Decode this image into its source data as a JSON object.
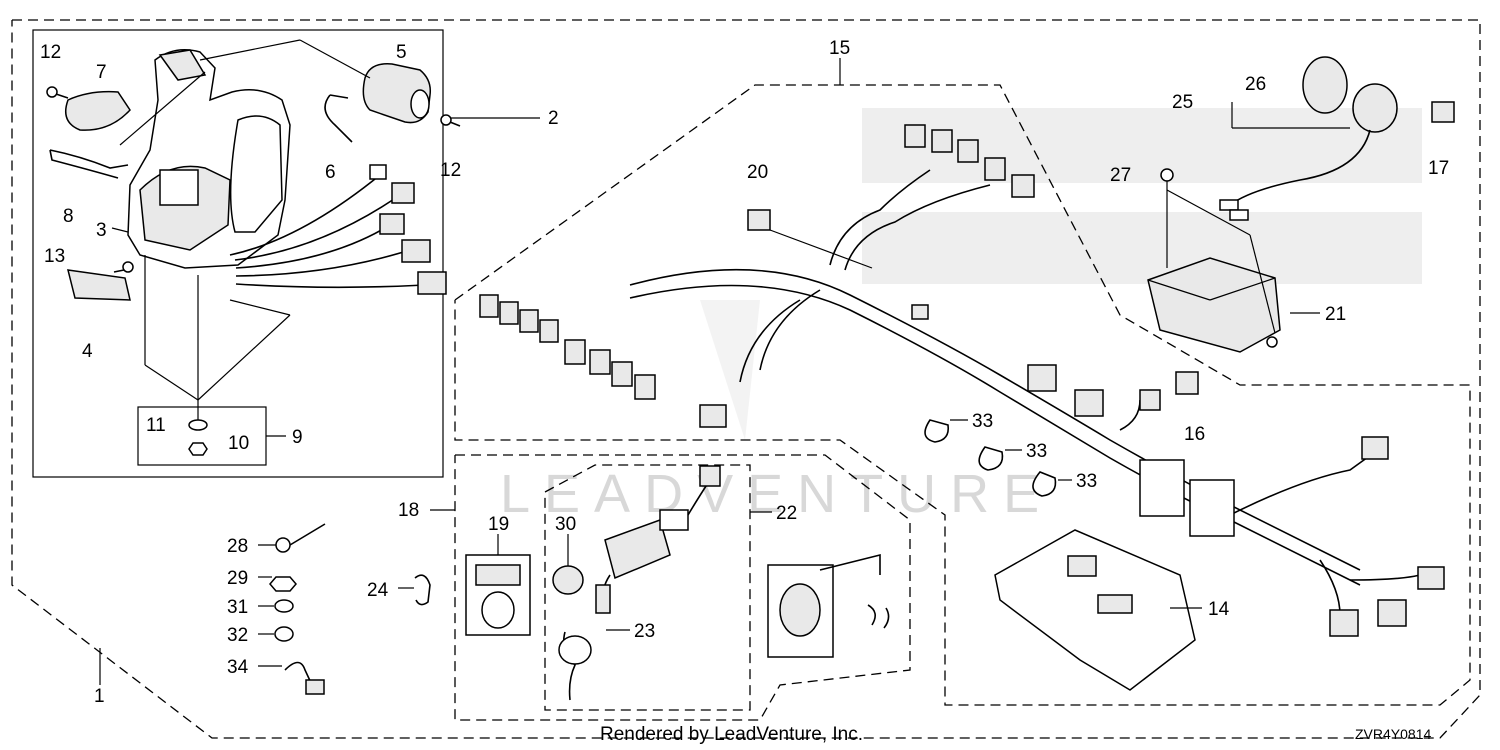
{
  "labels": {
    "p1": "1",
    "p2": "2",
    "p3": "3",
    "p4": "4",
    "p5": "5",
    "p6": "6",
    "p7": "7",
    "p8": "8",
    "p9": "9",
    "p10": "10",
    "p11": "11",
    "p12a": "12",
    "p12b": "12",
    "p13": "13",
    "p14": "14",
    "p15": "15",
    "p16": "16",
    "p17": "17",
    "p18": "18",
    "p19": "19",
    "p20": "20",
    "p21": "21",
    "p22": "22",
    "p23": "23",
    "p24": "24",
    "p25": "25",
    "p26": "26",
    "p27": "27",
    "p28": "28",
    "p29": "29",
    "p30": "30",
    "p31": "31",
    "p32": "32",
    "p33a": "33",
    "p33b": "33",
    "p33c": "33",
    "p34": "34"
  },
  "footer": {
    "rendered_by": "Rendered by LeadVenture, Inc.",
    "diagram_code": "ZVR4Y0814"
  },
  "watermark": {
    "brand": "LEADVENTURE"
  }
}
